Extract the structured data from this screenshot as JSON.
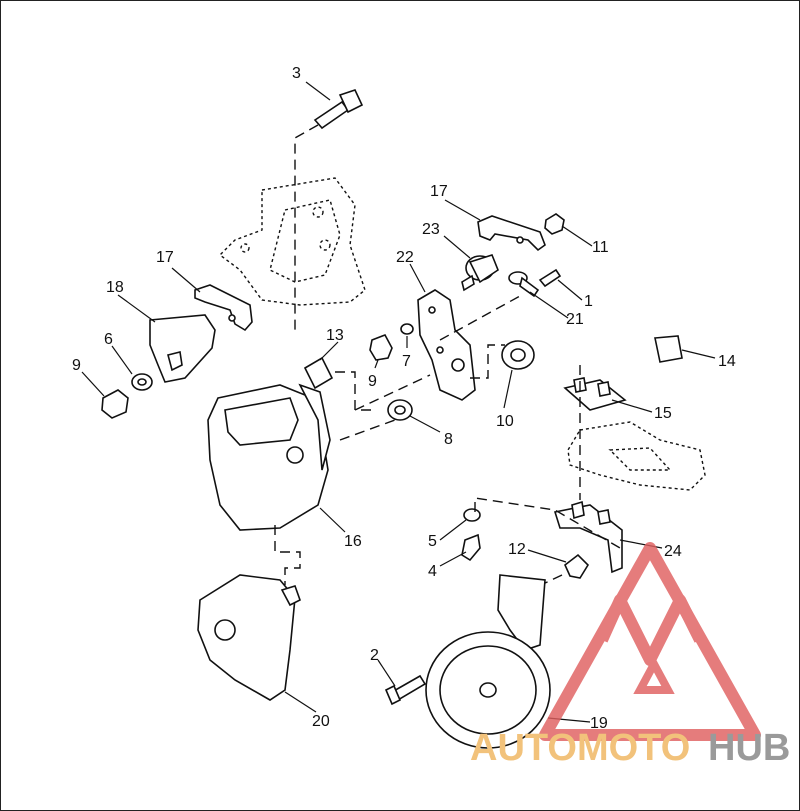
{
  "callouts": [
    {
      "id": "c3",
      "text": "3"
    },
    {
      "id": "c17a",
      "text": "17"
    },
    {
      "id": "c17b",
      "text": "17"
    },
    {
      "id": "c18",
      "text": "18"
    },
    {
      "id": "c6",
      "text": "6"
    },
    {
      "id": "c9a",
      "text": "9"
    },
    {
      "id": "c13",
      "text": "13"
    },
    {
      "id": "c9b",
      "text": "9"
    },
    {
      "id": "c7",
      "text": "7"
    },
    {
      "id": "c8",
      "text": "8"
    },
    {
      "id": "c16",
      "text": "16"
    },
    {
      "id": "c23",
      "text": "23"
    },
    {
      "id": "c22",
      "text": "22"
    },
    {
      "id": "c11",
      "text": "11"
    },
    {
      "id": "c1",
      "text": "1"
    },
    {
      "id": "c21",
      "text": "21"
    },
    {
      "id": "c10",
      "text": "10"
    },
    {
      "id": "c14",
      "text": "14"
    },
    {
      "id": "c15",
      "text": "15"
    },
    {
      "id": "c5",
      "text": "5"
    },
    {
      "id": "c4",
      "text": "4"
    },
    {
      "id": "c12",
      "text": "12"
    },
    {
      "id": "c24",
      "text": "24"
    },
    {
      "id": "c2",
      "text": "2"
    },
    {
      "id": "c20",
      "text": "20"
    },
    {
      "id": "c19",
      "text": "19"
    }
  ],
  "watermark": {
    "word_a": "AUTOMOTO",
    "word_b": "HUB",
    "color_a": "#f2c27b",
    "color_b": "#9a9a9a",
    "logo_color": "#e06060"
  }
}
